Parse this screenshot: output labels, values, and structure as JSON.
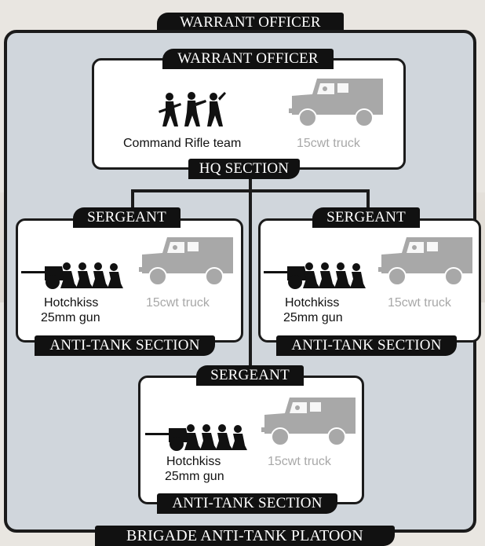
{
  "title": "WARRANT OFFICER",
  "footer": "BRIGADE ANTI-TANK PLATOON",
  "hq": {
    "tab": "WARRANT OFFICER",
    "section": "HQ SECTION",
    "team": "Command Rifle team",
    "vehicle": "15cwt truck"
  },
  "sections": [
    {
      "tab": "SERGEANT",
      "gun_line1": "Hotchkiss",
      "gun_line2": "25mm gun",
      "vehicle": "15cwt truck",
      "section": "ANTI-TANK SECTION"
    },
    {
      "tab": "SERGEANT",
      "gun_line1": "Hotchkiss",
      "gun_line2": "25mm gun",
      "vehicle": "15cwt truck",
      "section": "ANTI-TANK SECTION"
    },
    {
      "tab": "SERGEANT",
      "gun_line1": "Hotchkiss",
      "gun_line2": "25mm gun",
      "vehicle": "15cwt truck",
      "section": "ANTI-TANK SECTION"
    }
  ],
  "colors": {
    "frame": "#1b1b1b",
    "panel": "#d0d6dc",
    "box": "#ffffff",
    "truck": "#a8a8a8"
  }
}
